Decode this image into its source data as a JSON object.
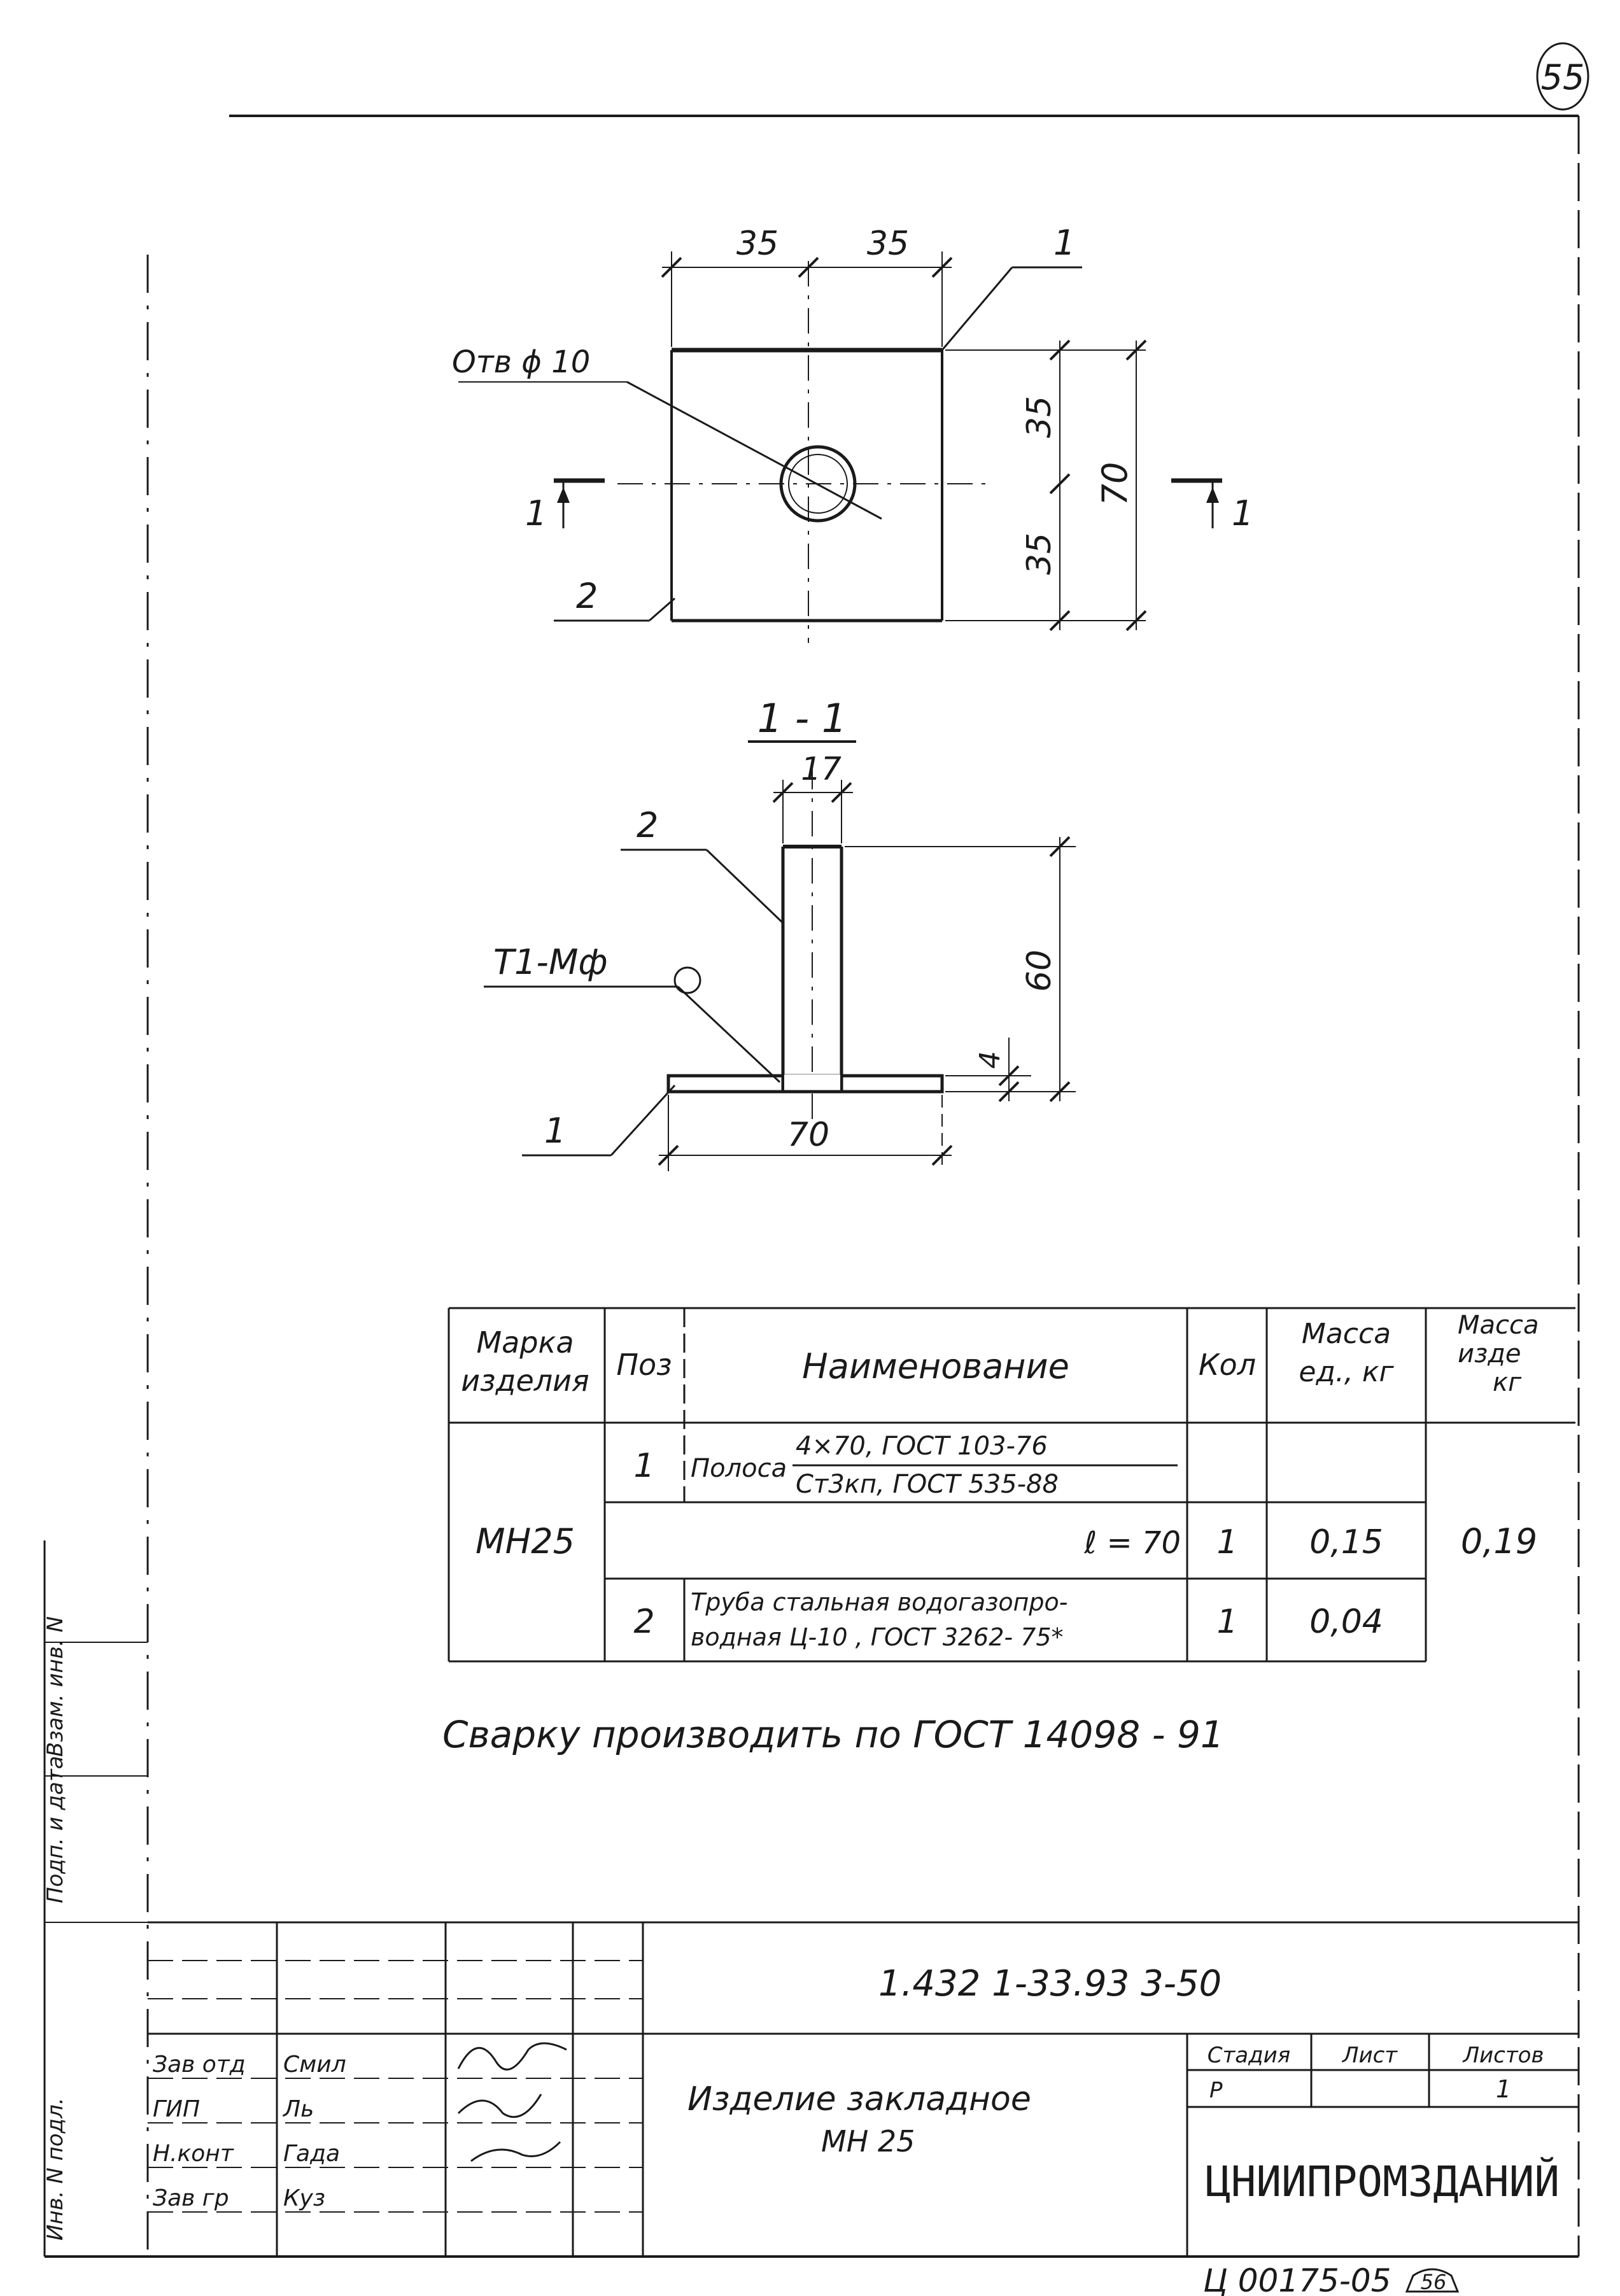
{
  "sheet": {
    "page_number": "55",
    "next_page_number": "56",
    "document_code": "1.432 1-33.93 3-50",
    "title_line1": "Изделие закладное",
    "title_line2": "МН 25",
    "organization": "ЦНИИПРОМЗДАНИЙ",
    "archive_number": "Ц 00175-05"
  },
  "plan_view": {
    "dims_top": [
      "35",
      "35"
    ],
    "dims_right": [
      "35",
      "35"
    ],
    "dim_overall": "70",
    "hole_label": "Отв ϕ 10",
    "callout_1": "1",
    "callout_2": "2",
    "section_mark_left": "1",
    "section_mark_right": "1"
  },
  "section_view": {
    "title": "1 - 1",
    "dim_tube_width": "17",
    "dim_height": "60",
    "dim_plate_thickness": "4",
    "dim_width": "70",
    "callout_1": "1",
    "callout_2": "2",
    "weld_label": "Т1-Мф"
  },
  "spec_table": {
    "headers": {
      "mark": [
        "Марка",
        "изделия"
      ],
      "pos": "Поз",
      "name": "Наименование",
      "qty": "Кол",
      "mass_unit": [
        "Масса",
        "ед., кг"
      ],
      "mass_item": [
        "Масса",
        "изде",
        "кг"
      ]
    },
    "mark": "МН25",
    "mass_item": "0,19",
    "rows": [
      {
        "pos": "1",
        "name_line1": "Полоса",
        "name_frac_top": "4×70, ГОСТ 103-76",
        "name_frac_bottom": "Ст3кп, ГОСТ 535-88",
        "qty": "",
        "mass": ""
      },
      {
        "pos": "",
        "name_line1": "ℓ = 70",
        "qty": "1",
        "mass": "0,15"
      },
      {
        "pos": "2",
        "name_line1": "Труба стальная водогазопро-",
        "name_line2": "водная Ц-10 , ГОСТ 3262- 75*",
        "qty": "1",
        "mass": "0,04"
      }
    ]
  },
  "note": "Сварку производить по ГОСТ 14098 - 91",
  "stamp": {
    "roles": [
      "Зав отд",
      "ГИП",
      "Н.конт",
      "Зав гр"
    ],
    "names": [
      "Смил",
      "Ль",
      "Гада",
      "Куз"
    ],
    "stage_header": "Стадия",
    "sheet_header": "Лист",
    "sheets_header": "Листов",
    "stage_value": "Р",
    "sheets_value": "1"
  },
  "margin": {
    "inv_label": "Инв. N подл.",
    "sign_label": "Подп. и дата",
    "replace_label": "Взам. инв. N"
  }
}
